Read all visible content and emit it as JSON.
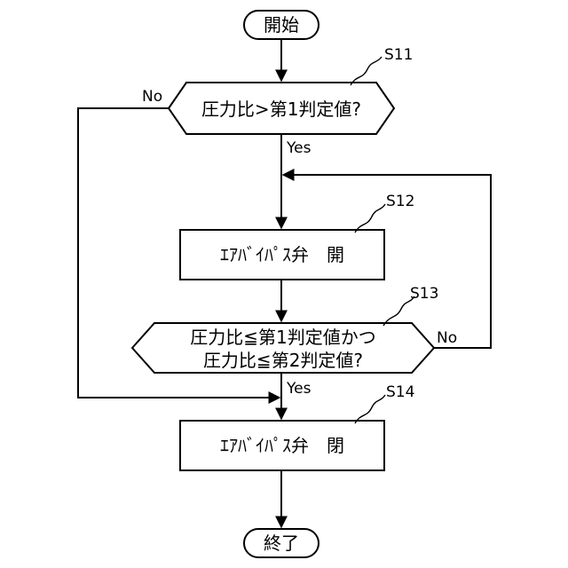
{
  "flowchart": {
    "start": "開始",
    "end": "終了",
    "steps": [
      {
        "id": "S11",
        "type": "decision",
        "lines": [
          "圧力比>第1判定値?"
        ]
      },
      {
        "id": "S12",
        "type": "process",
        "lines": [
          "ｴｱﾊﾞｲﾊﾟｽ弁　開"
        ]
      },
      {
        "id": "S13",
        "type": "decision",
        "lines": [
          "圧力比≦第1判定値かつ",
          "圧力比≦第2判定値?"
        ]
      },
      {
        "id": "S14",
        "type": "process",
        "lines": [
          "ｴｱﾊﾞｲﾊﾟｽ弁　閉"
        ]
      }
    ],
    "branches": {
      "s11_yes": "Yes",
      "s11_no": "No",
      "s13_yes": "Yes",
      "s13_no": "No"
    }
  }
}
